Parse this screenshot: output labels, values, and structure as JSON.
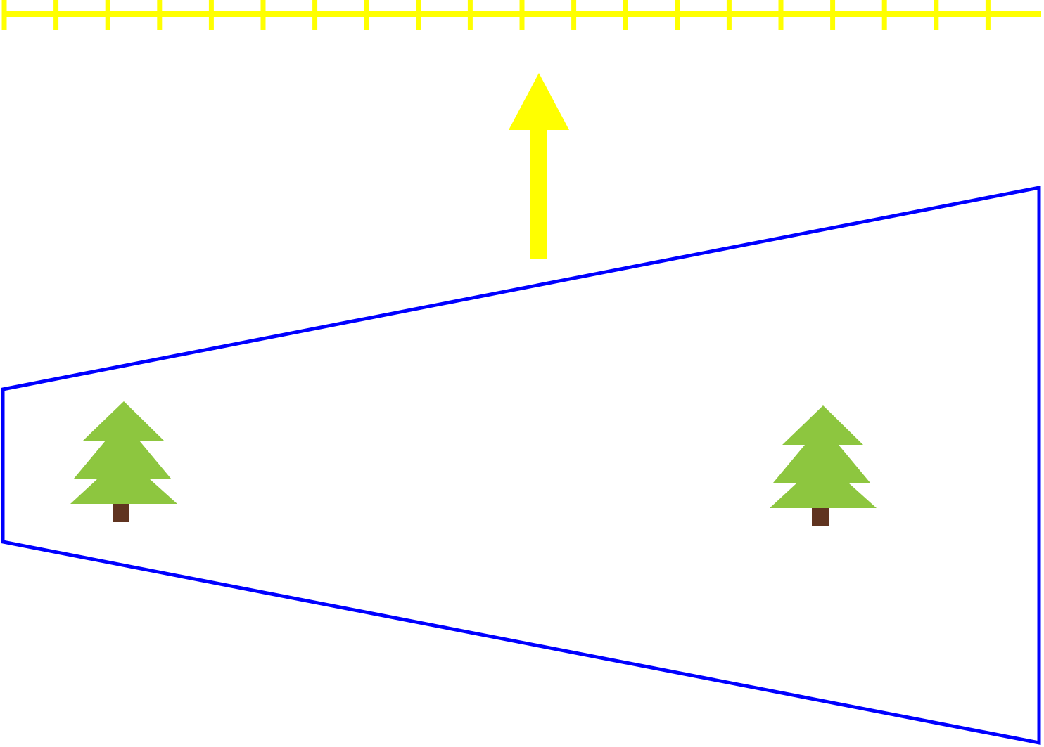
{
  "diagram": {
    "colors": {
      "background": "#ffffff",
      "track": "#ffff00",
      "arrow": "#ffff00",
      "outline": "#0000ff",
      "tree_foliage": "#8dc63f",
      "tree_trunk": "#603420"
    },
    "track": {
      "tick_count": 20
    },
    "arrow": {
      "direction": "up",
      "icon": "up-arrow-icon"
    },
    "outline": {
      "shape": "trapezoid",
      "icon": "field-outline"
    },
    "trees": [
      {
        "icon": "tree-icon"
      },
      {
        "icon": "tree-icon"
      }
    ]
  }
}
